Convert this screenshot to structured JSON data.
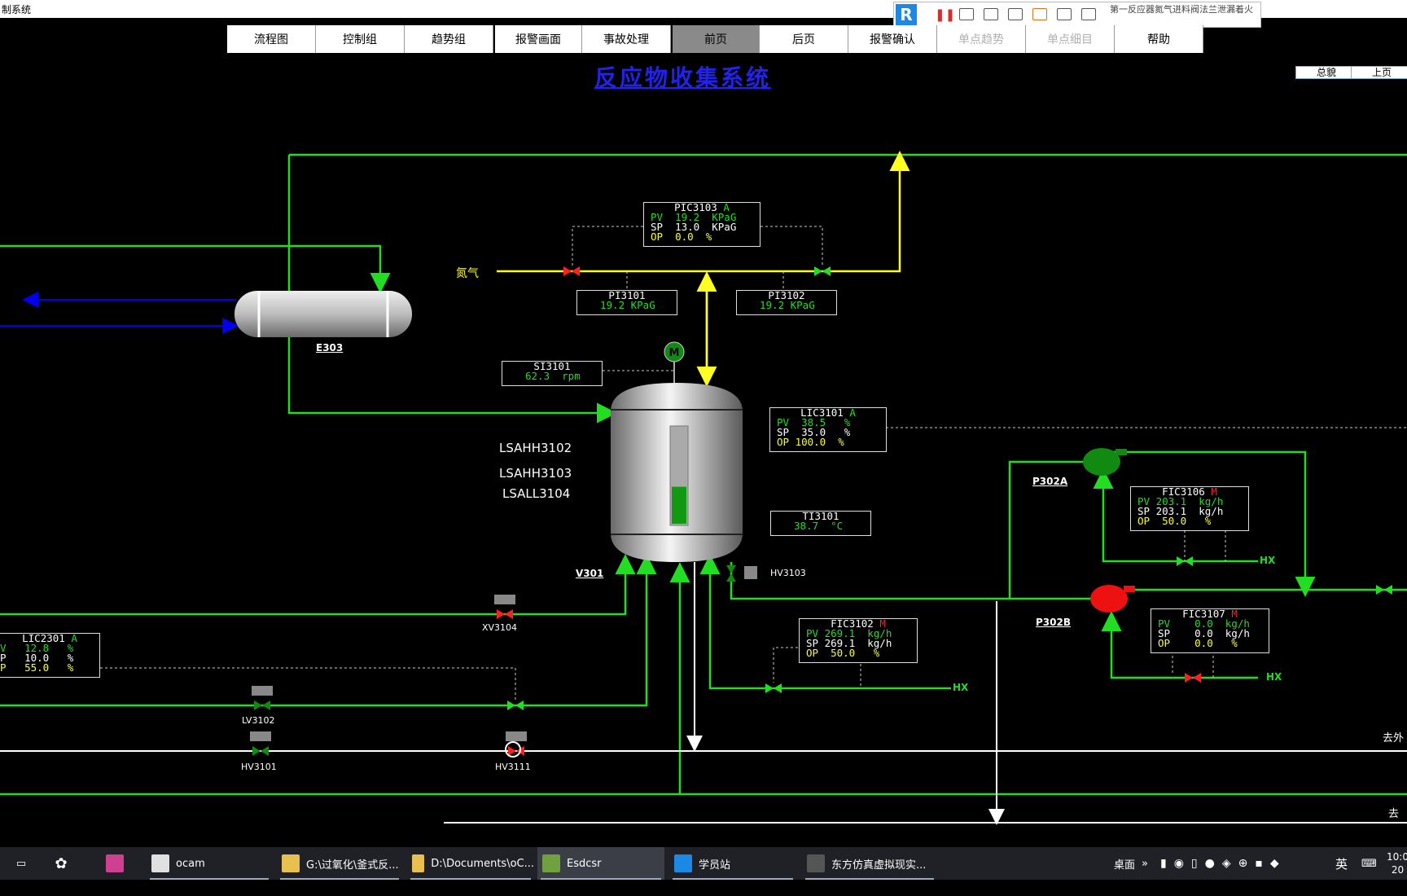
{
  "window": {
    "title": "制系统"
  },
  "menu": [
    {
      "label": "流程图",
      "state": "normal"
    },
    {
      "label": "控制组",
      "state": "normal"
    },
    {
      "label": "趋势组",
      "state": "normal"
    },
    {
      "label": "报警画面",
      "state": "normal"
    },
    {
      "label": "事故处理",
      "state": "normal"
    },
    {
      "label": "前页",
      "state": "active"
    },
    {
      "label": "后页",
      "state": "normal"
    },
    {
      "label": "报警确认",
      "state": "normal"
    },
    {
      "label": "单点趋势",
      "state": "disabled"
    },
    {
      "label": "单点细目",
      "state": "disabled"
    },
    {
      "label": "帮助",
      "state": "normal"
    }
  ],
  "nav": {
    "overview": "总貌",
    "prev": "上页"
  },
  "page_title": "反应物收集系统",
  "recorder": {
    "message": "第一反应器氮气进料阀法兰泄漏着火"
  },
  "feed_label": "氮气",
  "equipment": {
    "e303": "E303",
    "v301": "V301",
    "p302a": "P302A",
    "p302b": "P302B",
    "motor": "M",
    "lsahh3102": "LSAHH3102",
    "lsahh3103": "LSAHH3103",
    "lsall3104": "LSALL3104"
  },
  "valves": {
    "xv3104": "XV3104",
    "lv3102": "LV3102",
    "hv3101": "HV3101",
    "hv3111": "HV3111",
    "hv3103": "HV3103"
  },
  "hx_label": "HX",
  "edge_labels": {
    "out1": "去外",
    "out2": "去"
  },
  "tags": {
    "pic3103": {
      "name": "PIC3103",
      "mode": "A",
      "pv": "PV  19.2  KPaG",
      "sp": "SP  13.0  KPaG",
      "op": "OP  0.0  %"
    },
    "pi3101": {
      "name": "PI3101",
      "pv": "19.2 KPaG"
    },
    "pi3102": {
      "name": "PI3102",
      "pv": "19.2 KPaG"
    },
    "si3101": {
      "name": "SI3101",
      "pv": "62.3  rpm"
    },
    "lic3101": {
      "name": "LIC3101",
      "mode": "A",
      "pv": "PV  38.5   %",
      "sp": "SP  35.0   %",
      "op": "OP 100.0  %"
    },
    "ti3101": {
      "name": "TI3101",
      "pv": "38.7  °C"
    },
    "fic3106": {
      "name": "FIC3106",
      "mode": "M",
      "pv": "PV 203.1  kg/h",
      "sp": "SP 203.1  kg/h",
      "op": "OP  50.0   %"
    },
    "fic3102": {
      "name": "FIC3102",
      "mode": "M",
      "pv": "PV 269.1  kg/h",
      "sp": "SP 269.1  kg/h",
      "op": "OP  50.0   %"
    },
    "fic3107": {
      "name": "FIC3107",
      "mode": "M",
      "pv": "PV    0.0  kg/h",
      "sp": "SP    0.0  kg/h",
      "op": "OP    0.0   %"
    },
    "lic2301": {
      "name": "LIC2301",
      "mode": "A",
      "pv": "V   12.8   %",
      "sp": "P   10.0   %",
      "op": "P   55.0   %"
    }
  },
  "vessel_level_fraction": 0.385,
  "taskbar": {
    "items": [
      "ocam",
      "G:\\过氧化\\釜式反...",
      "D:\\Documents\\oC...",
      "Esdcsr",
      "学员站",
      "东方仿真虚拟现实..."
    ],
    "desktop": "桌面",
    "ime": "英",
    "time": "10:0",
    "date": "20"
  },
  "colors": {
    "pipe_green": "#22dd22",
    "pipe_yellow": "#ffff22",
    "pipe_blue": "#0000ee",
    "alarm_red": "#ff2020",
    "title_blue": "#2222ee"
  }
}
